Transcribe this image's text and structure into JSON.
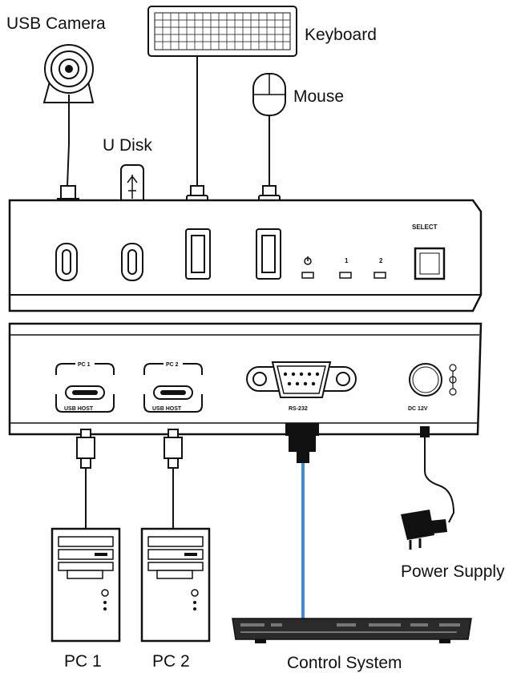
{
  "labels": {
    "usb_camera": "USB Camera",
    "keyboard": "Keyboard",
    "mouse": "Mouse",
    "u_disk": "U Disk",
    "power_supply": "Power Supply",
    "pc1": "PC 1",
    "pc2": "PC 2",
    "control_system": "Control System"
  },
  "front_panel": {
    "select": "SELECT",
    "led1": "1",
    "led2": "2"
  },
  "back_panel": {
    "pc1_port": "PC 1",
    "pc2_port": "PC 2",
    "usb_host_1": "USB HOST",
    "usb_host_2": "USB HOST",
    "rs232": "RS-232",
    "dc": "DC 12V"
  },
  "colors": {
    "cable_blue": "#3d8fd6",
    "line": "#111111",
    "device_fill": "#ffffff",
    "rack_fill": "#2a2a2a"
  }
}
